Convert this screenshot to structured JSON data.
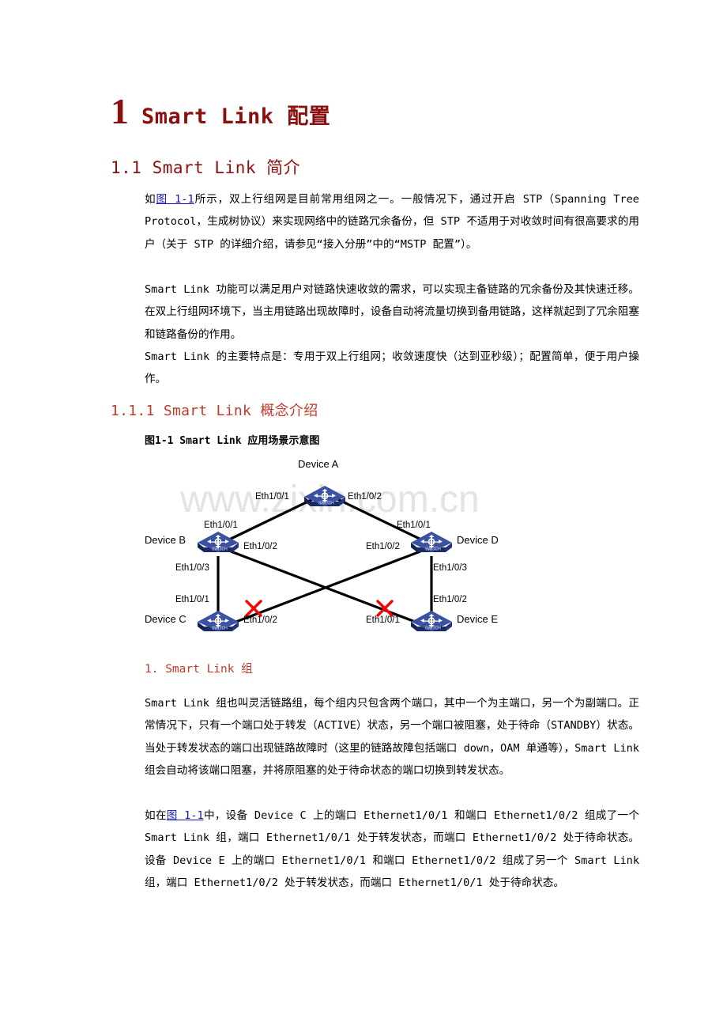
{
  "document": {
    "chapter_number": "1",
    "chapter_title": "Smart Link 配置",
    "section_1_1": "1.1  Smart Link 简介",
    "section_1_1_1": "1.1.1  Smart Link 概念介绍",
    "subheading_1": "1. Smart Link 组",
    "figure_caption": "图1-1 Smart Link 应用场景示意图",
    "watermark": "www.zixin.com.cn"
  },
  "paragraphs": {
    "p1_a": "如",
    "p1_ref": "图 1-1",
    "p1_b": "所示，双上行组网是目前常用组网之一。一般情况下，通过开启 STP（Spanning Tree Protocol，生成树协议）来实现网络中的链路冗余备份，但 STP 不适用于对收敛时间有很高要求的用户（关于 STP 的详细介绍，请参见“接入分册”中的“MSTP 配置”）。",
    "p2": "Smart Link 功能可以满足用户对链路快速收敛的需求，可以实现主备链路的冗余备份及其快速迁移。在双上行组网环境下，当主用链路出现故障时，设备自动将流量切换到备用链路，这样就起到了冗余阻塞和链路备份的作用。",
    "p3": "Smart Link 的主要特点是：专用于双上行组网；收敛速度快（达到亚秒级）；配置简单，便于用户操作。",
    "p4": "Smart Link 组也叫灵活链路组，每个组内只包含两个端口，其中一个为主端口，另一个为副端口。正常情况下，只有一个端口处于转发（ACTIVE）状态，另一个端口被阻塞，处于待命（STANDBY）状态。当处于转发状态的端口出现链路故障时（这里的链路故障包括端口 down，OAM 单通等），Smart Link 组会自动将该端口阻塞，并将原阻塞的处于待命状态的端口切换到转发状态。",
    "p5_a": "如在",
    "p5_ref": "图 1-1",
    "p5_b": "中，设备 Device C 上的端口 Ethernet1/0/1 和端口 Ethernet1/0/2 组成了一个 Smart Link 组，端口 Ethernet1/0/1 处于转发状态，而端口 Ethernet1/0/2 处于待命状态。设备 Device E 上的端口 Ethernet1/0/1 和端口 Ethernet1/0/2 组成了另一个 Smart Link 组，端口 Ethernet1/0/2 处于转发状态，而端口 Ethernet1/0/1 处于待命状态。"
  },
  "figure": {
    "nodes": [
      {
        "id": "A",
        "label": "Device A"
      },
      {
        "id": "B",
        "label": "Device B"
      },
      {
        "id": "C",
        "label": "Device C"
      },
      {
        "id": "D",
        "label": "Device D"
      },
      {
        "id": "E",
        "label": "Device E"
      }
    ],
    "port_labels": {
      "a_left": "Eth1/0/1",
      "a_right": "Eth1/0/2",
      "b_up": "Eth1/0/1",
      "b_right": "Eth1/0/2",
      "b_down": "Eth1/0/3",
      "c_up": "Eth1/0/1",
      "c_right": "Eth1/0/2",
      "d_up": "Eth1/0/1",
      "d_left": "Eth1/0/2",
      "d_down": "Eth1/0/3",
      "e_up": "Eth1/0/2",
      "e_left": "Eth1/0/1"
    },
    "blocked_marker": "×",
    "colors": {
      "link": "#000000",
      "blocked": "#ff0000",
      "switch_top": "#3c52a0",
      "switch_side": "#1d2b66",
      "heading": "#8a0f0f",
      "subheading": "#c0392b",
      "link_ref": "#1414b8"
    }
  }
}
